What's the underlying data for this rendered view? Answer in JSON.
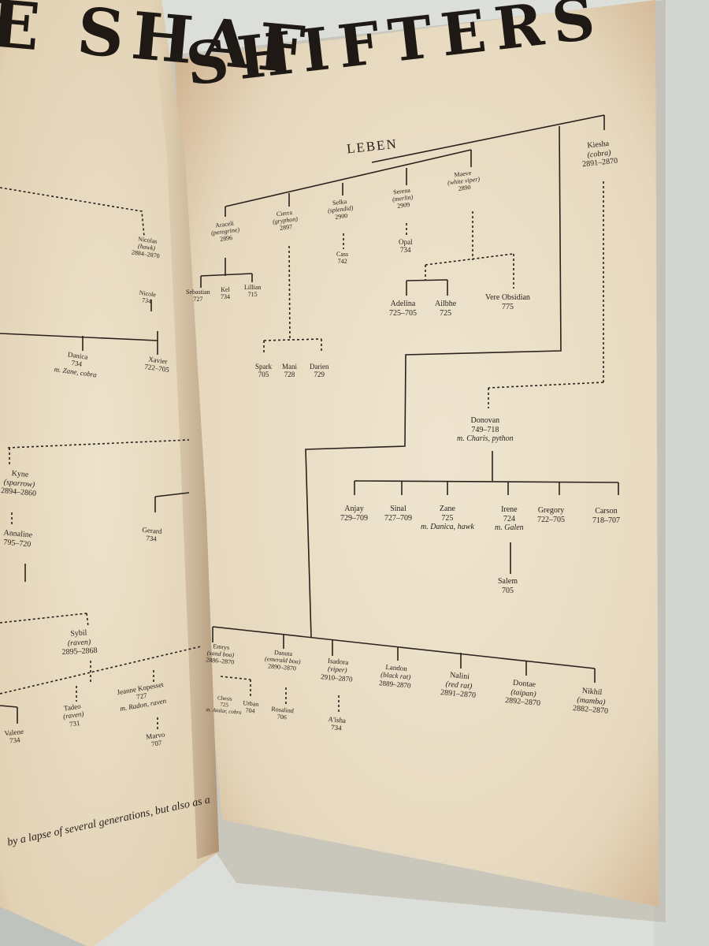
{
  "left_page": {
    "title_fragment": "E SHAF",
    "people": [
      {
        "name": "Nicolas",
        "sub": "(hawk)",
        "dates": "2884–2870"
      },
      {
        "name": "Nicole",
        "dates": "734"
      },
      {
        "name": "Danica",
        "dates": "734",
        "spouse": "m. Zane, cobra"
      },
      {
        "name": "Xavier",
        "dates": "722–705"
      },
      {
        "name": "Kyne",
        "sub": "(sparrow)",
        "dates": "2894–2860"
      },
      {
        "name": "Annaline",
        "dates": "795–720"
      },
      {
        "name": "Gerard",
        "dates": "734"
      },
      {
        "name": "Sybil",
        "sub": "(raven)",
        "dates": "2895–2868"
      },
      {
        "name": "Tadeo",
        "sub": "(raven)",
        "dates": "731"
      },
      {
        "name": "Jeanne Kopesset",
        "dates": "727",
        "spouse": "m. Radon, raven"
      },
      {
        "name": "Marvo",
        "dates": "707"
      },
      {
        "name": "Valene",
        "dates": "734"
      }
    ],
    "bottom_text": "by a lapse of several generations, but also as a"
  },
  "right_page": {
    "title": "SHIFTERS",
    "root": "LEBEN",
    "people": [
      {
        "id": "kiesha",
        "name": "Kiesha",
        "sub": "(cobra)",
        "dates": "2891–2870"
      },
      {
        "id": "araceli",
        "name": "Araceli",
        "sub": "(peregrine)",
        "dates": "2896"
      },
      {
        "id": "cierra",
        "name": "Cierra",
        "sub": "(gryphon)",
        "dates": "2897"
      },
      {
        "id": "sefka",
        "name": "Sefka",
        "sub": "(splendid)",
        "dates": "2900"
      },
      {
        "id": "serena",
        "name": "Serena",
        "sub": "(merlin)",
        "dates": "2909"
      },
      {
        "id": "maeve",
        "name": "Maeve",
        "sub": "(white viper)",
        "dates": "2890"
      },
      {
        "id": "sebastian",
        "name": "Sebastian",
        "dates": "727"
      },
      {
        "id": "kel",
        "name": "Kel",
        "dates": "734"
      },
      {
        "id": "lillian",
        "name": "Lillian",
        "dates": "715"
      },
      {
        "id": "cass",
        "name": "Cass",
        "dates": "742"
      },
      {
        "id": "opal",
        "name": "Opal",
        "dates": "734"
      },
      {
        "id": "adelina",
        "name": "Adelina",
        "dates": "725–705"
      },
      {
        "id": "ailbhe",
        "name": "Ailbhe",
        "dates": "725"
      },
      {
        "id": "vere",
        "name": "Vere Obsidian",
        "dates": "775"
      },
      {
        "id": "spark",
        "name": "Spark",
        "dates": "705"
      },
      {
        "id": "mani",
        "name": "Mani",
        "dates": "728"
      },
      {
        "id": "darien",
        "name": "Darien",
        "dates": "729"
      },
      {
        "id": "donovan",
        "name": "Donovan",
        "dates": "749–718",
        "spouse": "m. Charis, python"
      },
      {
        "id": "anjay",
        "name": "Anjay",
        "dates": "729–709"
      },
      {
        "id": "sinal",
        "name": "Sinal",
        "dates": "727–709"
      },
      {
        "id": "zane",
        "name": "Zane",
        "dates": "725",
        "spouse": "m. Danica, hawk"
      },
      {
        "id": "irene",
        "name": "Irene",
        "dates": "724",
        "spouse": "m. Galen"
      },
      {
        "id": "gregory",
        "name": "Gregory",
        "dates": "722–705"
      },
      {
        "id": "carson",
        "name": "Carson",
        "dates": "718–707"
      },
      {
        "id": "salem",
        "name": "Salem",
        "dates": "705"
      },
      {
        "id": "emrys",
        "name": "Emrys",
        "sub": "(sand boa)",
        "dates": "2886–2870"
      },
      {
        "id": "danuta",
        "name": "Danuta",
        "sub": "(emerald boa)",
        "dates": "2890–2870"
      },
      {
        "id": "isadora",
        "name": "Isadora",
        "sub": "(viper)",
        "dates": "2910–2870"
      },
      {
        "id": "landon",
        "name": "Landon",
        "sub": "(black rat)",
        "dates": "2889–2870"
      },
      {
        "id": "nalini",
        "name": "Nalini",
        "sub": "(red rat)",
        "dates": "2891–2870"
      },
      {
        "id": "dontae",
        "name": "Dontae",
        "sub": "(taipan)",
        "dates": "2892–2870"
      },
      {
        "id": "nikhil",
        "name": "Nikhil",
        "sub": "(mamba)",
        "dates": "2882–2870"
      },
      {
        "id": "chesis",
        "name": "Chesis",
        "dates": "725",
        "spouse": "m. Atalar, cobra"
      },
      {
        "id": "urban",
        "name": "Urban",
        "dates": "704"
      },
      {
        "id": "rosalind",
        "name": "Rosalind",
        "dates": "706"
      },
      {
        "id": "aisha",
        "name": "A'isha",
        "dates": "734"
      }
    ]
  },
  "colors": {
    "background": "#d9dcd6",
    "paper": "#ece1cb",
    "ink": "#2a211c"
  }
}
